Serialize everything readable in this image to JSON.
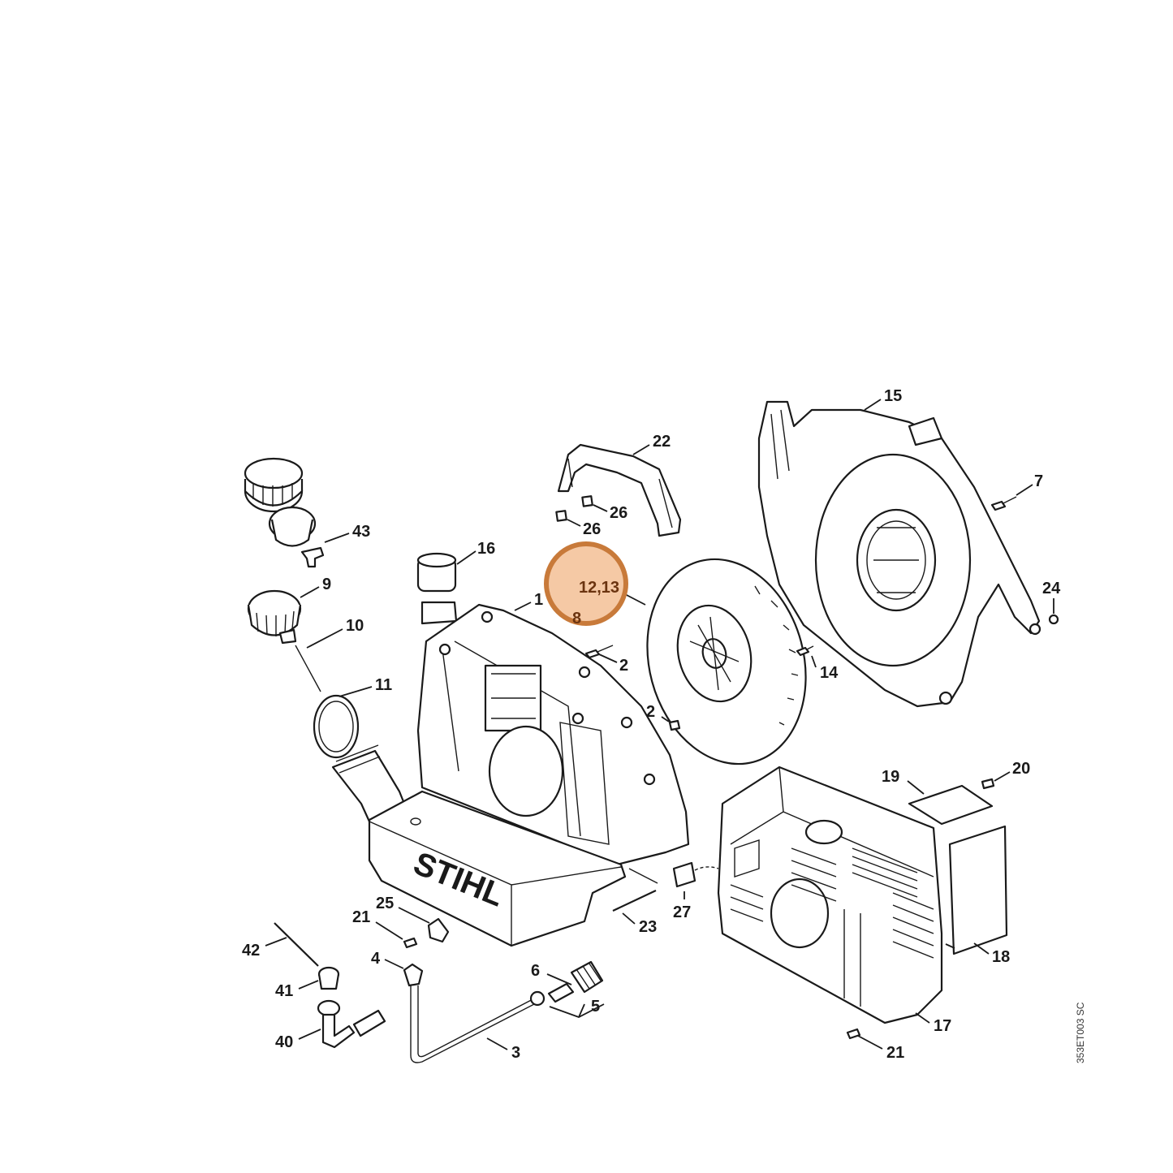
{
  "diagram": {
    "brand_text": "STIHL",
    "drawing_code": "353ET003 SC",
    "highlight": {
      "color": "#c87a3a",
      "fill": "#f5c9a5",
      "labels": [
        "12,13",
        "8"
      ]
    },
    "callouts": [
      "15",
      "22",
      "7",
      "26",
      "26",
      "43",
      "16",
      "24",
      "9",
      "1",
      "2",
      "14",
      "10",
      "11",
      "2",
      "19",
      "20",
      "25",
      "21",
      "27",
      "23",
      "18",
      "42",
      "4",
      "6",
      "41",
      "5",
      "40",
      "3",
      "17",
      "21"
    ]
  }
}
